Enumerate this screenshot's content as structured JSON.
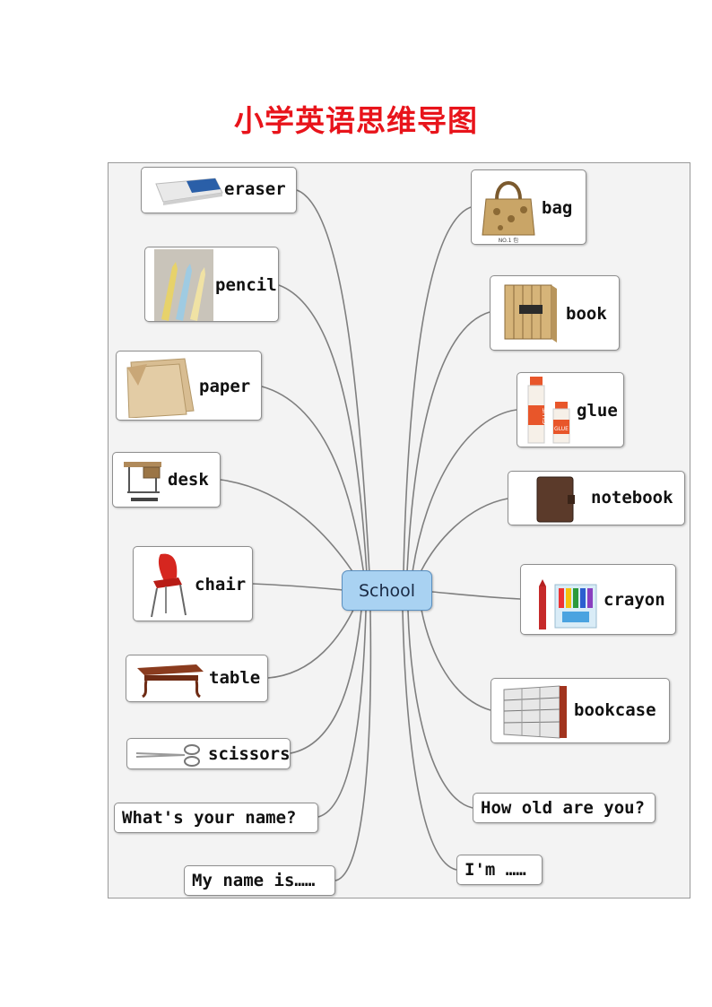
{
  "page": {
    "title": "小学英语思维导图"
  },
  "center": {
    "label": "School"
  },
  "colors": {
    "title": "#e8141b",
    "center_fill": "#a9d2f2",
    "connector": "#7f7f7f"
  },
  "left_nodes": [
    {
      "id": "eraser",
      "label": "eraser",
      "icon": "eraser-icon"
    },
    {
      "id": "pencil",
      "label": "pencil",
      "icon": "pencil-icon"
    },
    {
      "id": "paper",
      "label": "paper",
      "icon": "paper-icon"
    },
    {
      "id": "desk",
      "label": "desk",
      "icon": "desk-icon"
    },
    {
      "id": "chair",
      "label": "chair",
      "icon": "chair-icon"
    },
    {
      "id": "table",
      "label": "table",
      "icon": "table-icon"
    },
    {
      "id": "scissors",
      "label": "scissors",
      "icon": "scissors-icon"
    },
    {
      "id": "whats-your-name",
      "label": "What's your name?"
    },
    {
      "id": "my-name-is",
      "label": "My name is……"
    }
  ],
  "right_nodes": [
    {
      "id": "bag",
      "label": "bag",
      "icon": "bag-icon"
    },
    {
      "id": "book",
      "label": "book",
      "icon": "book-icon"
    },
    {
      "id": "glue",
      "label": "glue",
      "icon": "glue-icon"
    },
    {
      "id": "notebook",
      "label": "notebook",
      "icon": "notebook-icon"
    },
    {
      "id": "crayon",
      "label": "crayon",
      "icon": "crayon-icon"
    },
    {
      "id": "bookcase",
      "label": "bookcase",
      "icon": "bookcase-icon"
    },
    {
      "id": "how-old",
      "label": "How old are you?"
    },
    {
      "id": "im",
      "label": "I'm ……"
    }
  ],
  "pictures": {
    "glue_text": "GLUE",
    "bag_caption": "NO.1 包"
  }
}
